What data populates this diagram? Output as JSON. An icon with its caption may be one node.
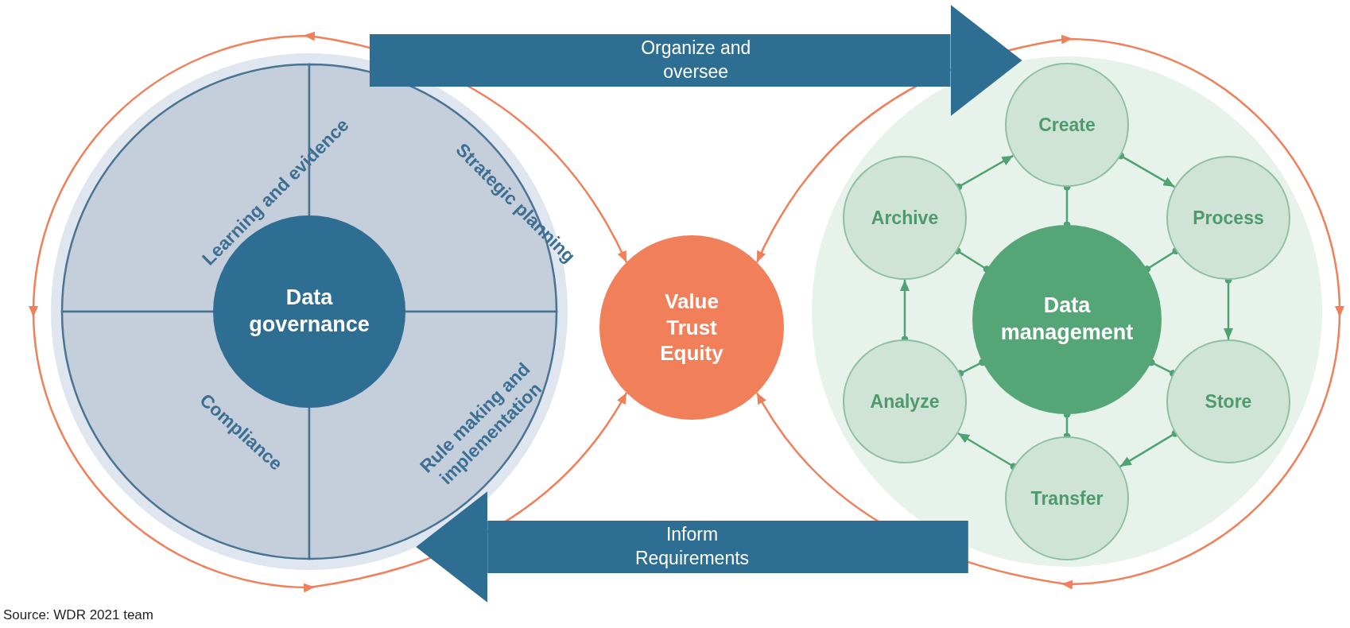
{
  "diagram": {
    "caption": "Source: WDR 2021 team",
    "nodes": [
      {
        "text": [],
        "shape": "circle"
      },
      {
        "text": [
          "Learning and evidence"
        ],
        "in": 0
      },
      {
        "text": [
          "Strategic planning"
        ],
        "in": 0
      },
      {
        "text": [
          "Data governance"
        ],
        "in": 0
      },
      {
        "text": [
          "Compliance"
        ],
        "in": 0
      },
      {
        "text": [
          "Rule making and implementation"
        ],
        "in": 0
      },
      {
        "text": [
          "Value Trust Equity"
        ]
      },
      {
        "text": [],
        "shape": "circle"
      },
      {
        "text": [
          "Create"
        ],
        "in": 7
      },
      {
        "text": [
          "Archive"
        ],
        "in": 7
      },
      {
        "text": [
          "Process"
        ],
        "in": 7
      },
      {
        "text": [
          "Data management"
        ],
        "in": 7
      },
      {
        "text": [
          "Analyze"
        ],
        "in": 7
      },
      {
        "text": [
          "Store"
        ],
        "in": 7
      },
      {
        "text": [
          "Transfer"
        ],
        "in": 7
      }
    ],
    "edges": [
      {
        "from": 6,
        "to": 6,
        "arrow": "both",
        "color": "#f07f5a"
      },
      {
        "from": 6,
        "to": 6,
        "arrow": "both",
        "color": "#f07f5a"
      },
      {
        "from": 0,
        "to": 7,
        "arrow": "to",
        "label": "Organize and oversee",
        "style": "thick",
        "color": "#2e6e92"
      },
      {
        "from": 7,
        "to": 0,
        "arrow": "to",
        "label": "Inform Requirements",
        "style": "thick",
        "color": "#2e6e92"
      },
      {
        "from": 8,
        "to": 10,
        "arrow": "to"
      },
      {
        "from": 10,
        "to": 13,
        "arrow": "to"
      },
      {
        "from": 13,
        "to": 14,
        "arrow": "to"
      },
      {
        "from": 14,
        "to": 12,
        "arrow": "to"
      },
      {
        "from": 12,
        "to": 9,
        "arrow": "to"
      },
      {
        "from": 9,
        "to": 8,
        "arrow": "to"
      },
      {
        "from": 11,
        "to": 8,
        "arrow": "other"
      },
      {
        "from": 11,
        "to": 10,
        "arrow": "other"
      },
      {
        "from": 11,
        "to": 13,
        "arrow": "other"
      },
      {
        "from": 11,
        "to": 14,
        "arrow": "other"
      },
      {
        "from": 11,
        "to": 12,
        "arrow": "other"
      },
      {
        "from": 11,
        "to": 9,
        "arrow": "other"
      }
    ]
  }
}
